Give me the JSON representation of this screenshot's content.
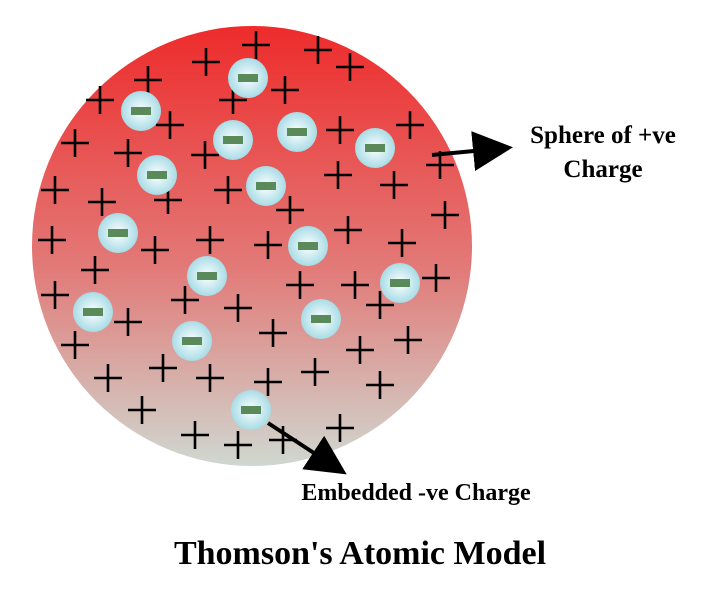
{
  "labels": {
    "sphere_line1": "Sphere of +ve",
    "sphere_line2": "Charge",
    "embedded": "Embedded -ve Charge",
    "title": "Thomson's Atomic Model"
  },
  "colors": {
    "sphere_top": "#ee2b2b",
    "sphere_bottom": "#cfd8d0",
    "electron_center": "#ffffff",
    "electron_edge": "#a8dce6",
    "electron_bar": "#5a8a5a",
    "plus_sign": "#000000",
    "arrow": "#000000"
  },
  "icons": {
    "positive_charge": "plus-icon",
    "negative_charge": "electron-minus-icon",
    "pointer": "arrow-icon"
  }
}
